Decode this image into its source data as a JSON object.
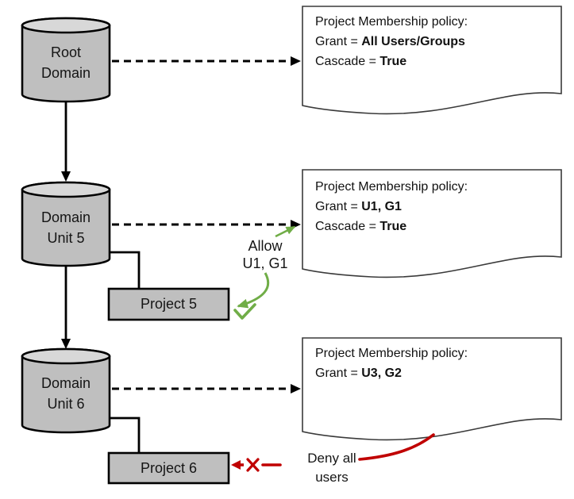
{
  "diagram": {
    "nodes": {
      "root_domain": {
        "label": "Root\nDomain"
      },
      "domain_unit_5": {
        "label": "Domain\nUnit 5"
      },
      "domain_unit_6": {
        "label": "Domain\nUnit 6"
      },
      "project_5": {
        "label": "Project 5"
      },
      "project_6": {
        "label": "Project 6"
      }
    },
    "policies": [
      {
        "title": "Project Membership policy:",
        "grant_label": "Grant = ",
        "grant_value": "All Users/Groups",
        "cascade_label": "Cascade = ",
        "cascade_value": "True"
      },
      {
        "title": "Project Membership policy:",
        "grant_label": "Grant = ",
        "grant_value": "U1, G1",
        "cascade_label": "Cascade = ",
        "cascade_value": "True"
      },
      {
        "title": "Project Membership policy:",
        "grant_label": "Grant = ",
        "grant_value": "U3, G2"
      }
    ],
    "annotations": {
      "allow": {
        "label": "Allow\nU1, G1"
      },
      "deny": {
        "label": "Deny all\nusers"
      }
    },
    "colors": {
      "node_fill": "#bfbfbf",
      "node_top_fill": "#d8d8d8",
      "line": "#000000",
      "doc_fill": "#ffffff",
      "doc_stroke": "#3a3a3a",
      "allow_green": "#70ad47",
      "deny_red": "#c00000"
    }
  }
}
